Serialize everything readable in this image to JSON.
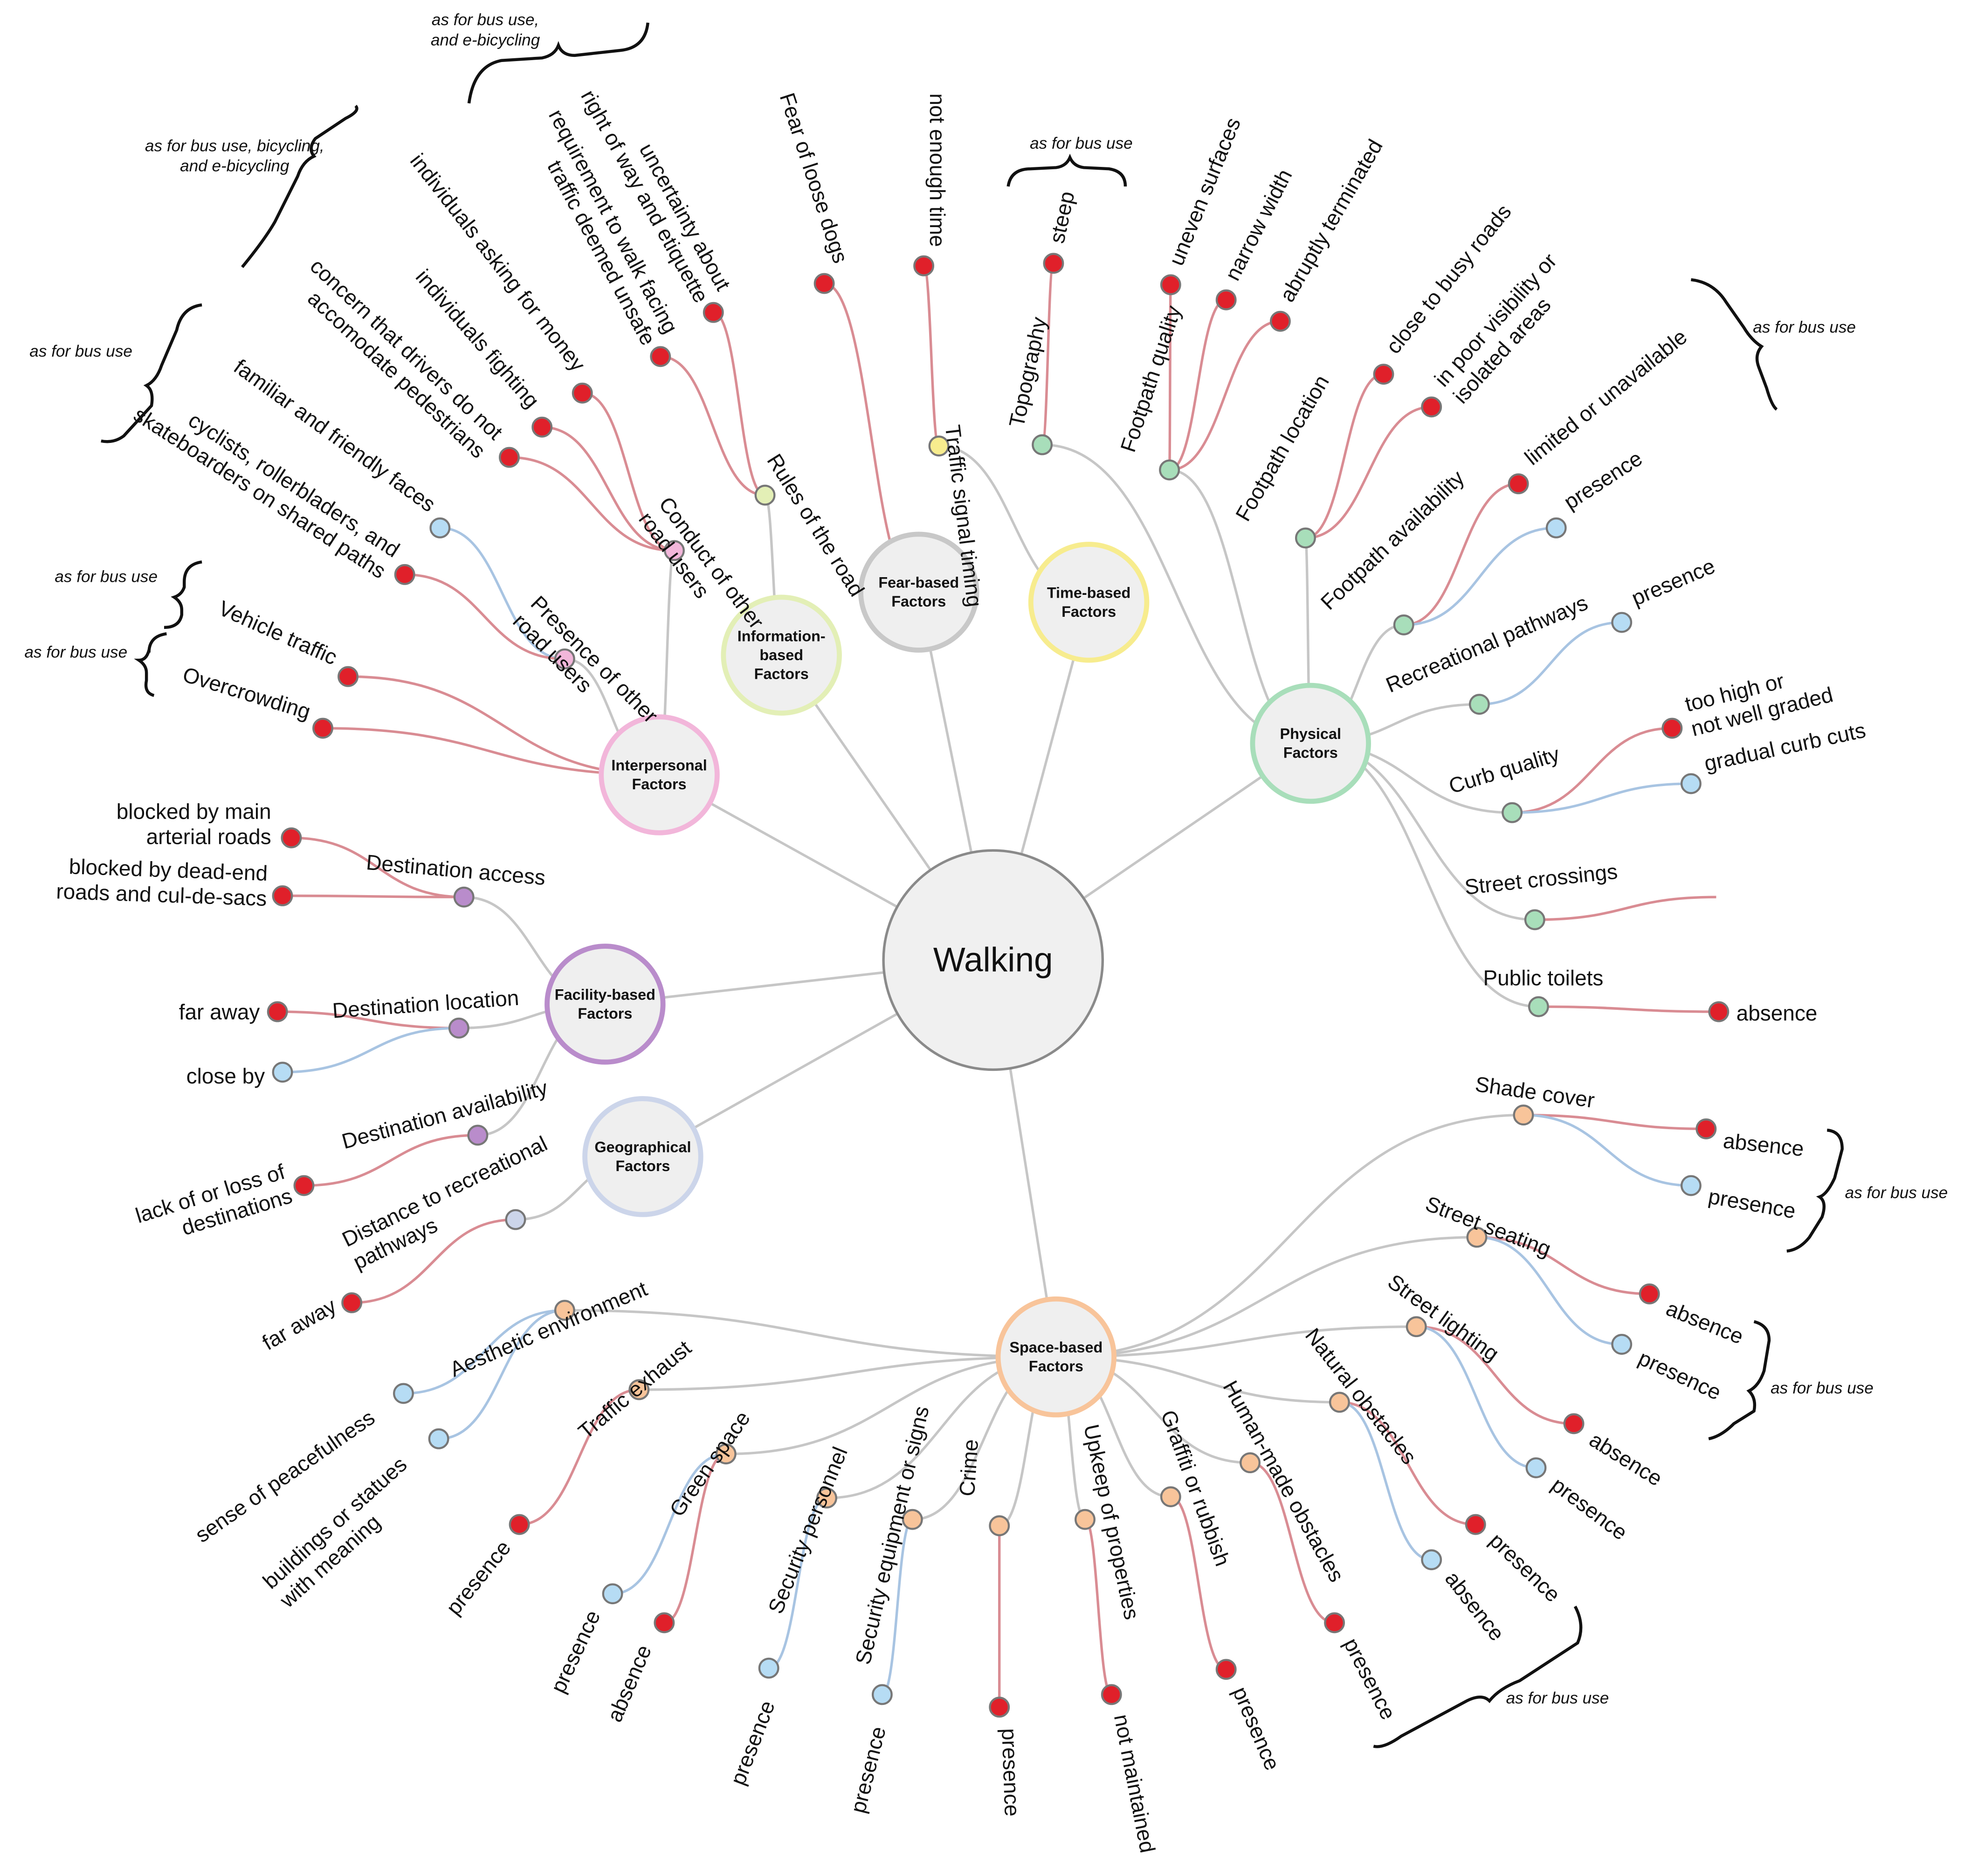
{
  "colors": {
    "edge_neutral": "#c6c6c6",
    "edge_negative": "#d98c93",
    "edge_positive": "#a8c4e2",
    "node_negative": "#e0202a",
    "node_positive": "#b6dcf4",
    "center_fill": "#f0f0f0",
    "center_stroke": "#8a8a8a"
  },
  "center": {
    "label": "Walking"
  },
  "hubs": [
    {
      "id": "fear",
      "label": [
        "Fear-based",
        "Factors"
      ],
      "ring": "#c8c8c8",
      "fill": "#efefef"
    },
    {
      "id": "time",
      "label": [
        "Time-based",
        "Factors"
      ],
      "ring": "#f7ec8e",
      "fill": "#efefef"
    },
    {
      "id": "info",
      "label": [
        "Information-",
        "based",
        "Factors"
      ],
      "ring": "#e3efb6",
      "fill": "#efefef"
    },
    {
      "id": "inter",
      "label": [
        "Interpersonal",
        "Factors"
      ],
      "ring": "#f2b6da",
      "fill": "#efefef"
    },
    {
      "id": "physical",
      "label": [
        "Physical",
        "Factors"
      ],
      "ring": "#a8deba",
      "fill": "#efefef"
    },
    {
      "id": "facility",
      "label": [
        "Facility-based",
        "Factors"
      ],
      "ring": "#b98ccb",
      "fill": "#efefef"
    },
    {
      "id": "geo",
      "label": [
        "Geographical",
        "Factors"
      ],
      "ring": "#ccd5ea",
      "fill": "#efefef"
    },
    {
      "id": "space",
      "label": [
        "Space-based",
        "Factors"
      ],
      "ring": "#f8c49a",
      "fill": "#efefef"
    }
  ],
  "factors": [
    {
      "id": "loose-dogs",
      "hub": "fear",
      "label": [
        "Fear of loose dogs"
      ],
      "kind": "neg"
    },
    {
      "id": "signal-timing",
      "hub": "time",
      "label": [
        "Traffic signal timing"
      ],
      "fill": "#f7ec8e"
    },
    {
      "id": "not-enough-time",
      "parent": "signal-timing",
      "label": [
        "not enough time"
      ],
      "kind": "neg"
    },
    {
      "id": "rules",
      "hub": "info",
      "label": [
        "Rules of the road"
      ],
      "fill": "#e3efb6"
    },
    {
      "id": "uncertainty",
      "parent": "rules",
      "label": [
        "uncertainty about",
        "right of way and etiquette"
      ],
      "kind": "neg"
    },
    {
      "id": "walk-facing",
      "parent": "rules",
      "label": [
        "requirement to walk facing",
        "traffic deemed unsafe"
      ],
      "kind": "neg"
    },
    {
      "id": "conduct",
      "hub": "inter",
      "label": [
        "Conduct of other",
        "road users"
      ],
      "fill": "#f2b6da"
    },
    {
      "id": "asking-money",
      "parent": "conduct",
      "label": [
        "individuals asking for money"
      ],
      "kind": "neg"
    },
    {
      "id": "fighting",
      "parent": "conduct",
      "label": [
        "individuals fighting"
      ],
      "kind": "neg"
    },
    {
      "id": "drivers-accommodate",
      "parent": "conduct",
      "label": [
        "concern that drivers do not",
        "accomodate pedestrians"
      ],
      "kind": "neg"
    },
    {
      "id": "presence-others",
      "hub": "inter",
      "label": [
        "Presence of other",
        "road users"
      ],
      "fill": "#f2b6da"
    },
    {
      "id": "friendly-faces",
      "parent": "presence-others",
      "label": [
        "familiar and friendly faces"
      ],
      "kind": "pos"
    },
    {
      "id": "cyclists",
      "parent": "presence-others",
      "label": [
        "cyclists, rollerbladers, and",
        "skateboarders on shared paths"
      ],
      "kind": "neg"
    },
    {
      "id": "vehicle-traffic",
      "hub": "inter",
      "label": [
        "Vehicle traffic"
      ],
      "kind": "neg"
    },
    {
      "id": "overcrowding",
      "hub": "inter",
      "label": [
        "Overcrowding"
      ],
      "kind": "neg"
    },
    {
      "id": "topography",
      "hub": "physical",
      "label": [
        "Topography"
      ],
      "fill": "#a8deba"
    },
    {
      "id": "steep",
      "parent": "topography",
      "label": [
        "steep"
      ],
      "kind": "neg"
    },
    {
      "id": "footpath-quality",
      "hub": "physical",
      "label": [
        "Footpath quality"
      ],
      "fill": "#a8deba"
    },
    {
      "id": "uneven",
      "parent": "footpath-quality",
      "label": [
        "uneven surfaces"
      ],
      "kind": "neg"
    },
    {
      "id": "narrow",
      "parent": "footpath-quality",
      "label": [
        "narrow width"
      ],
      "kind": "neg"
    },
    {
      "id": "abrupt",
      "parent": "footpath-quality",
      "label": [
        "abruptly terminated"
      ],
      "kind": "neg"
    },
    {
      "id": "footpath-location",
      "hub": "physical",
      "label": [
        "Footpath location"
      ],
      "fill": "#a8deba"
    },
    {
      "id": "busy-roads",
      "parent": "footpath-location",
      "label": [
        "close to busy roads"
      ],
      "kind": "neg"
    },
    {
      "id": "poor-visibility",
      "parent": "footpath-location",
      "label": [
        "in poor visibility or",
        "isolated areas"
      ],
      "kind": "neg"
    },
    {
      "id": "footpath-availability",
      "hub": "physical",
      "label": [
        "Footpath availability"
      ],
      "fill": "#a8deba"
    },
    {
      "id": "limited",
      "parent": "footpath-availability",
      "label": [
        "limited or unavailable"
      ],
      "kind": "neg"
    },
    {
      "id": "fa-presence",
      "parent": "footpath-availability",
      "label": [
        "presence"
      ],
      "kind": "pos"
    },
    {
      "id": "rec-pathways",
      "hub": "physical",
      "label": [
        "Recreational pathways"
      ],
      "fill": "#a8deba"
    },
    {
      "id": "rp-presence",
      "parent": "rec-pathways",
      "label": [
        "presence"
      ],
      "kind": "pos"
    },
    {
      "id": "curb-quality",
      "hub": "physical",
      "label": [
        "Curb quality"
      ],
      "fill": "#a8deba"
    },
    {
      "id": "too-high",
      "parent": "curb-quality",
      "label": [
        "too high or",
        "not well graded"
      ],
      "kind": "neg"
    },
    {
      "id": "gradual",
      "parent": "curb-quality",
      "label": [
        "gradual curb cuts"
      ],
      "kind": "pos"
    },
    {
      "id": "street-crossings",
      "hub": "physical",
      "label": [
        "Street crossings"
      ],
      "fill": "#a8deba"
    },
    {
      "id": "public-toilets",
      "hub": "physical",
      "label": [
        "Public toilets"
      ],
      "fill": "#a8deba"
    },
    {
      "id": "pt-absence",
      "parent": "public-toilets",
      "label": [
        "absence"
      ],
      "kind": "neg"
    },
    {
      "id": "dest-access",
      "hub": "facility",
      "label": [
        "Destination access"
      ],
      "fill": "#b98ccb"
    },
    {
      "id": "arterial",
      "parent": "dest-access",
      "label": [
        "blocked by main",
        "arterial roads"
      ],
      "kind": "neg"
    },
    {
      "id": "dead-end",
      "parent": "dest-access",
      "label": [
        "blocked by dead-end",
        "roads and cul-de-sacs"
      ],
      "kind": "neg"
    },
    {
      "id": "dest-location",
      "hub": "facility",
      "label": [
        "Destination location"
      ],
      "fill": "#b98ccb"
    },
    {
      "id": "far-away-1",
      "parent": "dest-location",
      "label": [
        "far away"
      ],
      "kind": "neg"
    },
    {
      "id": "close-by",
      "parent": "dest-location",
      "label": [
        "close by"
      ],
      "kind": "pos"
    },
    {
      "id": "dest-availability",
      "hub": "facility",
      "label": [
        "Destination availability"
      ],
      "fill": "#b98ccb"
    },
    {
      "id": "loss-dest",
      "parent": "dest-availability",
      "label": [
        "lack of or loss of",
        "destinations"
      ],
      "kind": "neg"
    },
    {
      "id": "dist-rec",
      "hub": "geo",
      "label": [
        "Distance to recreational",
        "pathways"
      ],
      "fill": "#ccd5ea"
    },
    {
      "id": "far-away-2",
      "parent": "dist-rec",
      "label": [
        "far away"
      ],
      "kind": "neg"
    },
    {
      "id": "shade",
      "hub": "space",
      "label": [
        "Shade cover"
      ],
      "fill": "#f8c49a"
    },
    {
      "id": "shade-absence",
      "parent": "shade",
      "label": [
        "absence"
      ],
      "kind": "neg"
    },
    {
      "id": "shade-presence",
      "parent": "shade",
      "label": [
        "presence"
      ],
      "kind": "pos"
    },
    {
      "id": "seating",
      "hub": "space",
      "label": [
        "Street seating"
      ],
      "fill": "#f8c49a"
    },
    {
      "id": "seat-absence",
      "parent": "seating",
      "label": [
        "absence"
      ],
      "kind": "neg"
    },
    {
      "id": "seat-presence",
      "parent": "seating",
      "label": [
        "presence"
      ],
      "kind": "pos"
    },
    {
      "id": "lighting",
      "hub": "space",
      "label": [
        "Street lighting"
      ],
      "fill": "#f8c49a"
    },
    {
      "id": "light-absence",
      "parent": "lighting",
      "label": [
        "absence"
      ],
      "kind": "neg"
    },
    {
      "id": "light-presence",
      "parent": "lighting",
      "label": [
        "presence"
      ],
      "kind": "pos"
    },
    {
      "id": "natural-obst",
      "hub": "space",
      "label": [
        "Natural obstacles"
      ],
      "fill": "#f8c49a"
    },
    {
      "id": "nat-presence",
      "parent": "natural-obst",
      "label": [
        "presence"
      ],
      "kind": "neg"
    },
    {
      "id": "nat-absence",
      "parent": "natural-obst",
      "label": [
        "absence"
      ],
      "kind": "pos"
    },
    {
      "id": "human-obst",
      "hub": "space",
      "label": [
        "Human-made obstacles"
      ],
      "fill": "#f8c49a"
    },
    {
      "id": "hum-presence",
      "parent": "human-obst",
      "label": [
        "presence"
      ],
      "kind": "neg"
    },
    {
      "id": "graffiti",
      "hub": "space",
      "label": [
        "Graffiti or rubbish"
      ],
      "fill": "#f8c49a"
    },
    {
      "id": "graf-presence",
      "parent": "graffiti",
      "label": [
        "presence"
      ],
      "kind": "neg"
    },
    {
      "id": "upkeep",
      "hub": "space",
      "label": [
        "Upkeep of properties"
      ],
      "fill": "#f8c49a"
    },
    {
      "id": "not-maintained",
      "parent": "upkeep",
      "label": [
        "not maintained"
      ],
      "kind": "neg"
    },
    {
      "id": "crime",
      "hub": "space",
      "label": [
        "Crime"
      ],
      "fill": "#f8c49a"
    },
    {
      "id": "crime-presence",
      "parent": "crime",
      "label": [
        "presence"
      ],
      "kind": "neg"
    },
    {
      "id": "sec-equip",
      "hub": "space",
      "label": [
        "Security equipment or signs"
      ],
      "fill": "#f8c49a"
    },
    {
      "id": "equip-presence",
      "parent": "sec-equip",
      "label": [
        "presence"
      ],
      "kind": "pos"
    },
    {
      "id": "sec-personnel",
      "hub": "space",
      "label": [
        "Security personnel"
      ],
      "fill": "#f8c49a"
    },
    {
      "id": "pers-presence",
      "parent": "sec-personnel",
      "label": [
        "presence"
      ],
      "kind": "pos"
    },
    {
      "id": "green-space",
      "hub": "space",
      "label": [
        "Green space"
      ],
      "fill": "#f8c49a"
    },
    {
      "id": "green-presence",
      "parent": "green-space",
      "label": [
        "presence"
      ],
      "kind": "pos"
    },
    {
      "id": "green-absence",
      "parent": "green-space",
      "label": [
        "absence"
      ],
      "kind": "neg"
    },
    {
      "id": "exhaust",
      "hub": "space",
      "label": [
        "Traffic exhaust"
      ],
      "fill": "#f8c49a"
    },
    {
      "id": "exhaust-presence",
      "parent": "exhaust",
      "label": [
        "presence"
      ],
      "kind": "neg"
    },
    {
      "id": "aesthetic",
      "hub": "space",
      "label": [
        "Aesthetic environment"
      ],
      "fill": "#f8c49a"
    },
    {
      "id": "peacefulness",
      "parent": "aesthetic",
      "label": [
        "sense of peacefulness"
      ],
      "kind": "pos"
    },
    {
      "id": "statues",
      "parent": "aesthetic",
      "label": [
        "buildings or statues",
        "with meaning"
      ],
      "kind": "pos"
    }
  ],
  "annotations": [
    {
      "id": "bus-ebike",
      "lines": [
        "as for bus use,",
        "and e-bicycling"
      ]
    },
    {
      "id": "bus-bike-ebike",
      "lines": [
        "as for bus use, bicycling,",
        "and e-bicycling"
      ]
    },
    {
      "id": "bus-topography",
      "lines": [
        "as for bus use"
      ]
    },
    {
      "id": "bus-inter",
      "lines": [
        "as for bus use"
      ]
    },
    {
      "id": "bus-vehicle",
      "lines": [
        "as for bus use"
      ]
    },
    {
      "id": "bus-overcrowd",
      "lines": [
        "as for bus use"
      ]
    },
    {
      "id": "bus-footpath",
      "lines": [
        "as for bus use"
      ]
    },
    {
      "id": "bus-shade",
      "lines": [
        "as for bus use"
      ]
    },
    {
      "id": "bus-seating",
      "lines": [
        "as for bus use"
      ]
    },
    {
      "id": "bus-bottom",
      "lines": [
        "as for bus use"
      ]
    }
  ]
}
